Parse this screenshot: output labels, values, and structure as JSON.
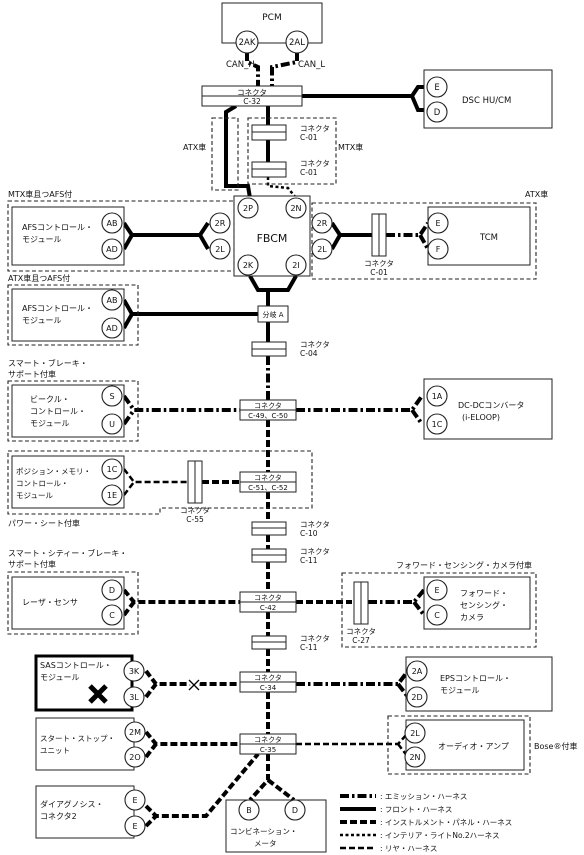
{
  "nodes": {
    "pcm": {
      "label": "PCM",
      "pins": [
        "2AK",
        "2AL"
      ]
    },
    "can_h": "CAN_H",
    "can_l": "CAN_L",
    "dsc": {
      "label": "DSC HU/CM",
      "pins": [
        "E",
        "D"
      ]
    },
    "fbcm": {
      "label": "FBCM",
      "pins": [
        "2P",
        "2N",
        "2R",
        "2L",
        "2K",
        "2I"
      ]
    },
    "afs1": {
      "lines": [
        "AFSコントロール・",
        "モジュール"
      ],
      "pins": [
        "AB",
        "AD"
      ],
      "pins2": [
        "2R",
        "2L"
      ]
    },
    "afs2": {
      "lines": [
        "AFSコントロール・",
        "モジュール"
      ],
      "pins": [
        "AB",
        "AD"
      ]
    },
    "tcm": {
      "label": "TCM",
      "pins": [
        "E",
        "F"
      ]
    },
    "vehicle_ctrl": {
      "lines": [
        "ビークル・",
        "コントロール・",
        "モジュール"
      ],
      "pins": [
        "S",
        "U"
      ]
    },
    "dcdc": {
      "lines": [
        "DC-DCコンバータ",
        "(i-ELOOP)"
      ],
      "pins": [
        "1A",
        "1C"
      ]
    },
    "pos_mem": {
      "lines": [
        "ポジション・メモリ・",
        "コントロール・",
        "モジュール"
      ],
      "pins": [
        "1C",
        "1E"
      ]
    },
    "laser": {
      "label": "レーザ・センサ",
      "pins": [
        "D",
        "C"
      ]
    },
    "fwd_cam": {
      "lines": [
        "フォワード・",
        "センシング・",
        "カメラ"
      ],
      "pins": [
        "E",
        "C"
      ]
    },
    "sas": {
      "lines": [
        "SASコントロール・",
        "モジュール"
      ],
      "pins": [
        "3K",
        "3L"
      ]
    },
    "eps": {
      "lines": [
        "EPSコントロール・",
        "モジュール"
      ],
      "pins": [
        "2A",
        "2D"
      ]
    },
    "start_stop": {
      "lines": [
        "スタート・ストップ・",
        "ユニット"
      ],
      "pins": [
        "2M",
        "2O"
      ]
    },
    "audio": {
      "label": "オーディオ・アンプ",
      "pins": [
        "2L",
        "2N"
      ]
    },
    "diag": {
      "lines": [
        "ダイアグノシス・",
        "コネクタ2"
      ],
      "pins": [
        "E",
        "E"
      ]
    },
    "combi": {
      "lines": [
        "コンビネーション・",
        "メータ"
      ],
      "pins": [
        "B",
        "D"
      ]
    }
  },
  "connectors": {
    "c32": [
      "コネクタ",
      "C-32"
    ],
    "c01a": [
      "コネクタ",
      "C-01"
    ],
    "c01b": [
      "コネクタ",
      "C-01"
    ],
    "c01c": [
      "コネクタ",
      "C-01"
    ],
    "branch_a": "分岐 A",
    "c04": [
      "コネクタ",
      "C-04"
    ],
    "c49": [
      "コネクタ",
      "C-49、C-50"
    ],
    "c51": [
      "コネクタ",
      "C-51、C-52"
    ],
    "c55": [
      "コネクタ",
      "C-55"
    ],
    "c10": [
      "コネクタ",
      "C-10"
    ],
    "c11a": [
      "コネクタ",
      "C-11"
    ],
    "c42": [
      "コネクタ",
      "C-42"
    ],
    "c27": [
      "コネクタ",
      "C-27"
    ],
    "c11b": [
      "コネクタ",
      "C-11"
    ],
    "c34": [
      "コネクタ",
      "C-34"
    ],
    "c35": [
      "コネクタ",
      "C-35"
    ]
  },
  "notes": {
    "atx_left": "ATX車",
    "mtx_right": "MTX車",
    "mtx_afs": "MTX車且つAFS付",
    "atx_right": "ATX車",
    "atx_afs": "ATX車且つAFS付",
    "smart_brake": [
      "スマート・ブレーキ・",
      "サポート付車"
    ],
    "power_seat": "パワー・シート付車",
    "smart_city": [
      "スマート・シティー・ブレーキ・",
      "サポート付車"
    ],
    "fwd_cam_opt": "フォワード・センシング・カメラ付車",
    "bose": "Bose®付車"
  },
  "legend": [
    {
      "style": "emission",
      "label": ": エミッション・ハーネス"
    },
    {
      "style": "front",
      "label": ": フロント・ハーネス"
    },
    {
      "style": "instrument",
      "label": ": インストルメント・パネル・ハーネス"
    },
    {
      "style": "interior",
      "label": ": インテリア・ライトNo.2ハーネス"
    },
    {
      "style": "rear",
      "label": ": リヤ・ハーネス"
    }
  ]
}
